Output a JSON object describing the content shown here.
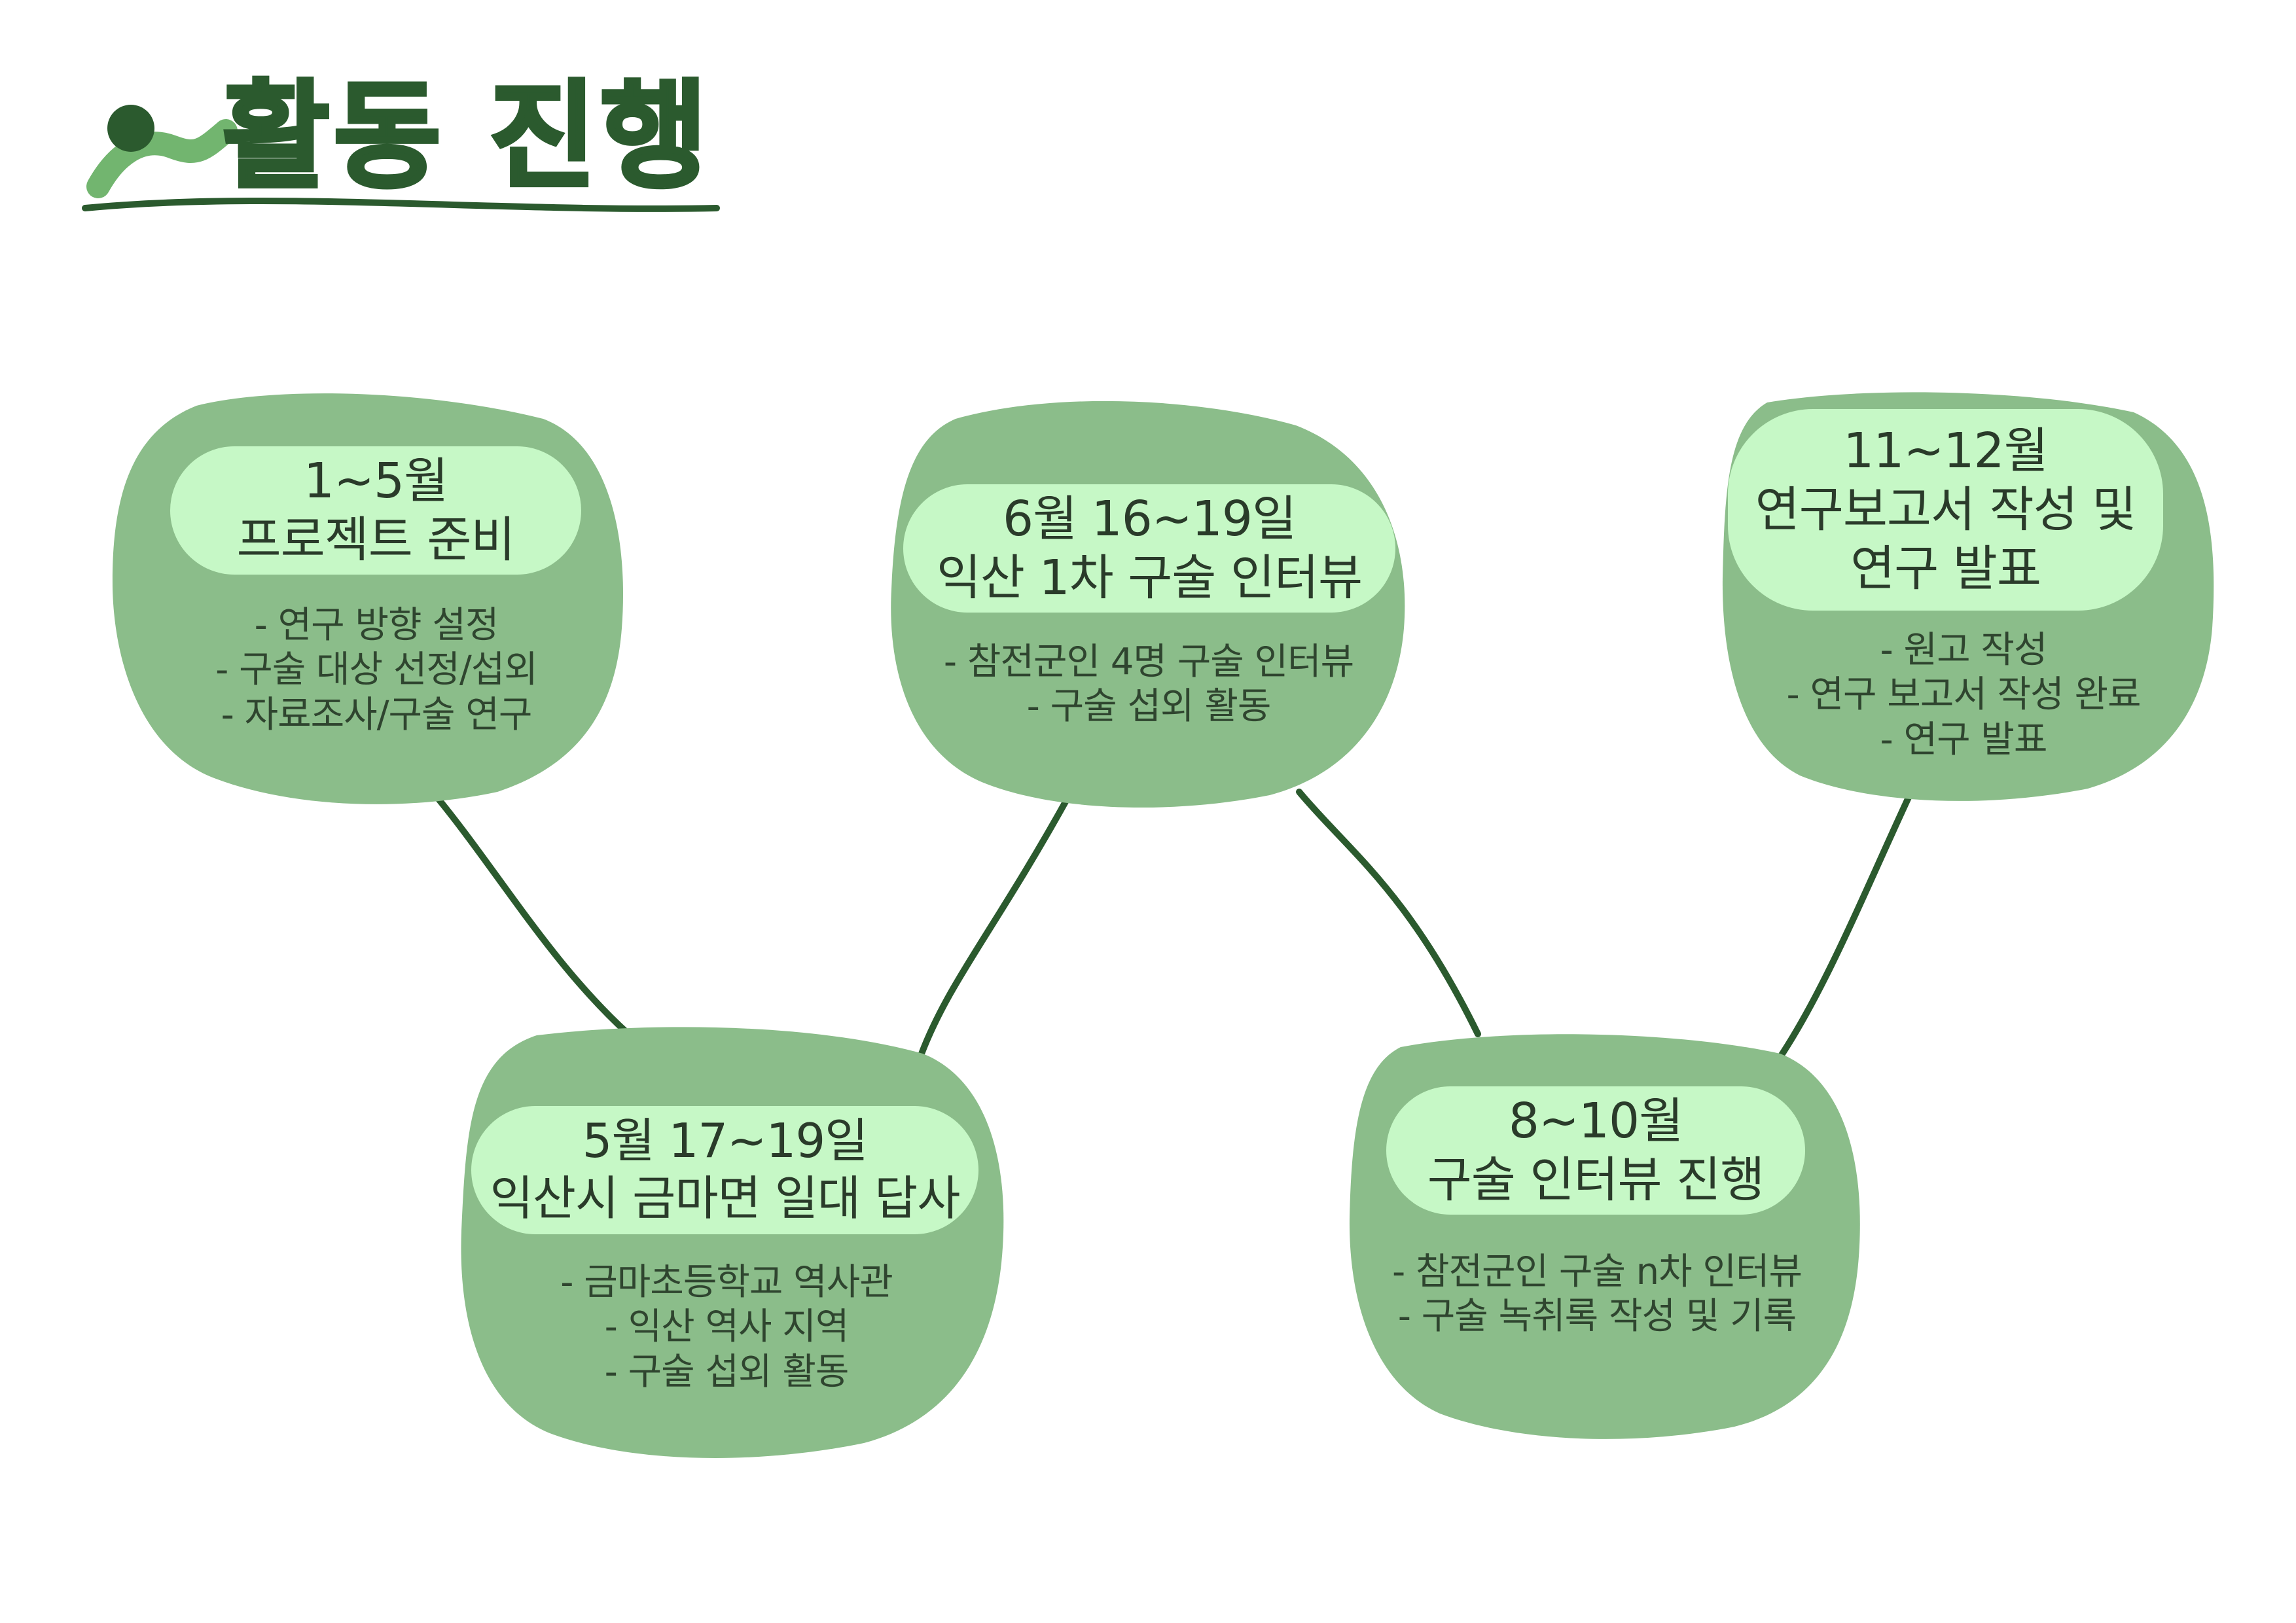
{
  "title": "활동 진행",
  "colors": {
    "blob": "#8bbd8a",
    "label_pill": "#c6f8c6",
    "connector": "#2b5a2e",
    "title": "#2b5a2e",
    "title_accent_light": "#72b56f",
    "text": "#2a3b2a"
  },
  "nodes": [
    {
      "label_lines": [
        "1~5월",
        "프로젝트 준비"
      ],
      "items": [
        "- 연구 방향 설정",
        "- 구술 대상 선정/섭외",
        "- 자료조사/구술 연구"
      ]
    },
    {
      "label_lines": [
        "5월 17~19일",
        "익산시 금마면 일대 답사"
      ],
      "items": [
        "- 금마초등학교 역사관",
        "- 익산 역사 지역",
        "- 구술 섭외 활동"
      ]
    },
    {
      "label_lines": [
        "6월 16~19일",
        "익산 1차 구술 인터뷰"
      ],
      "items": [
        "- 참전군인 4명 구술 인터뷰",
        "- 구술 섭외 활동"
      ]
    },
    {
      "label_lines": [
        "8~10월",
        "구술 인터뷰 진행"
      ],
      "items": [
        "- 참전군인 구술 n차 인터뷰",
        "- 구술 녹취록 작성 및 기록"
      ]
    },
    {
      "label_lines": [
        "11~12월",
        "연구보고서 작성 및",
        "연구 발표"
      ],
      "items": [
        "- 원고 작성",
        "- 연구 보고서 작성 완료",
        "- 연구 발표"
      ]
    }
  ]
}
